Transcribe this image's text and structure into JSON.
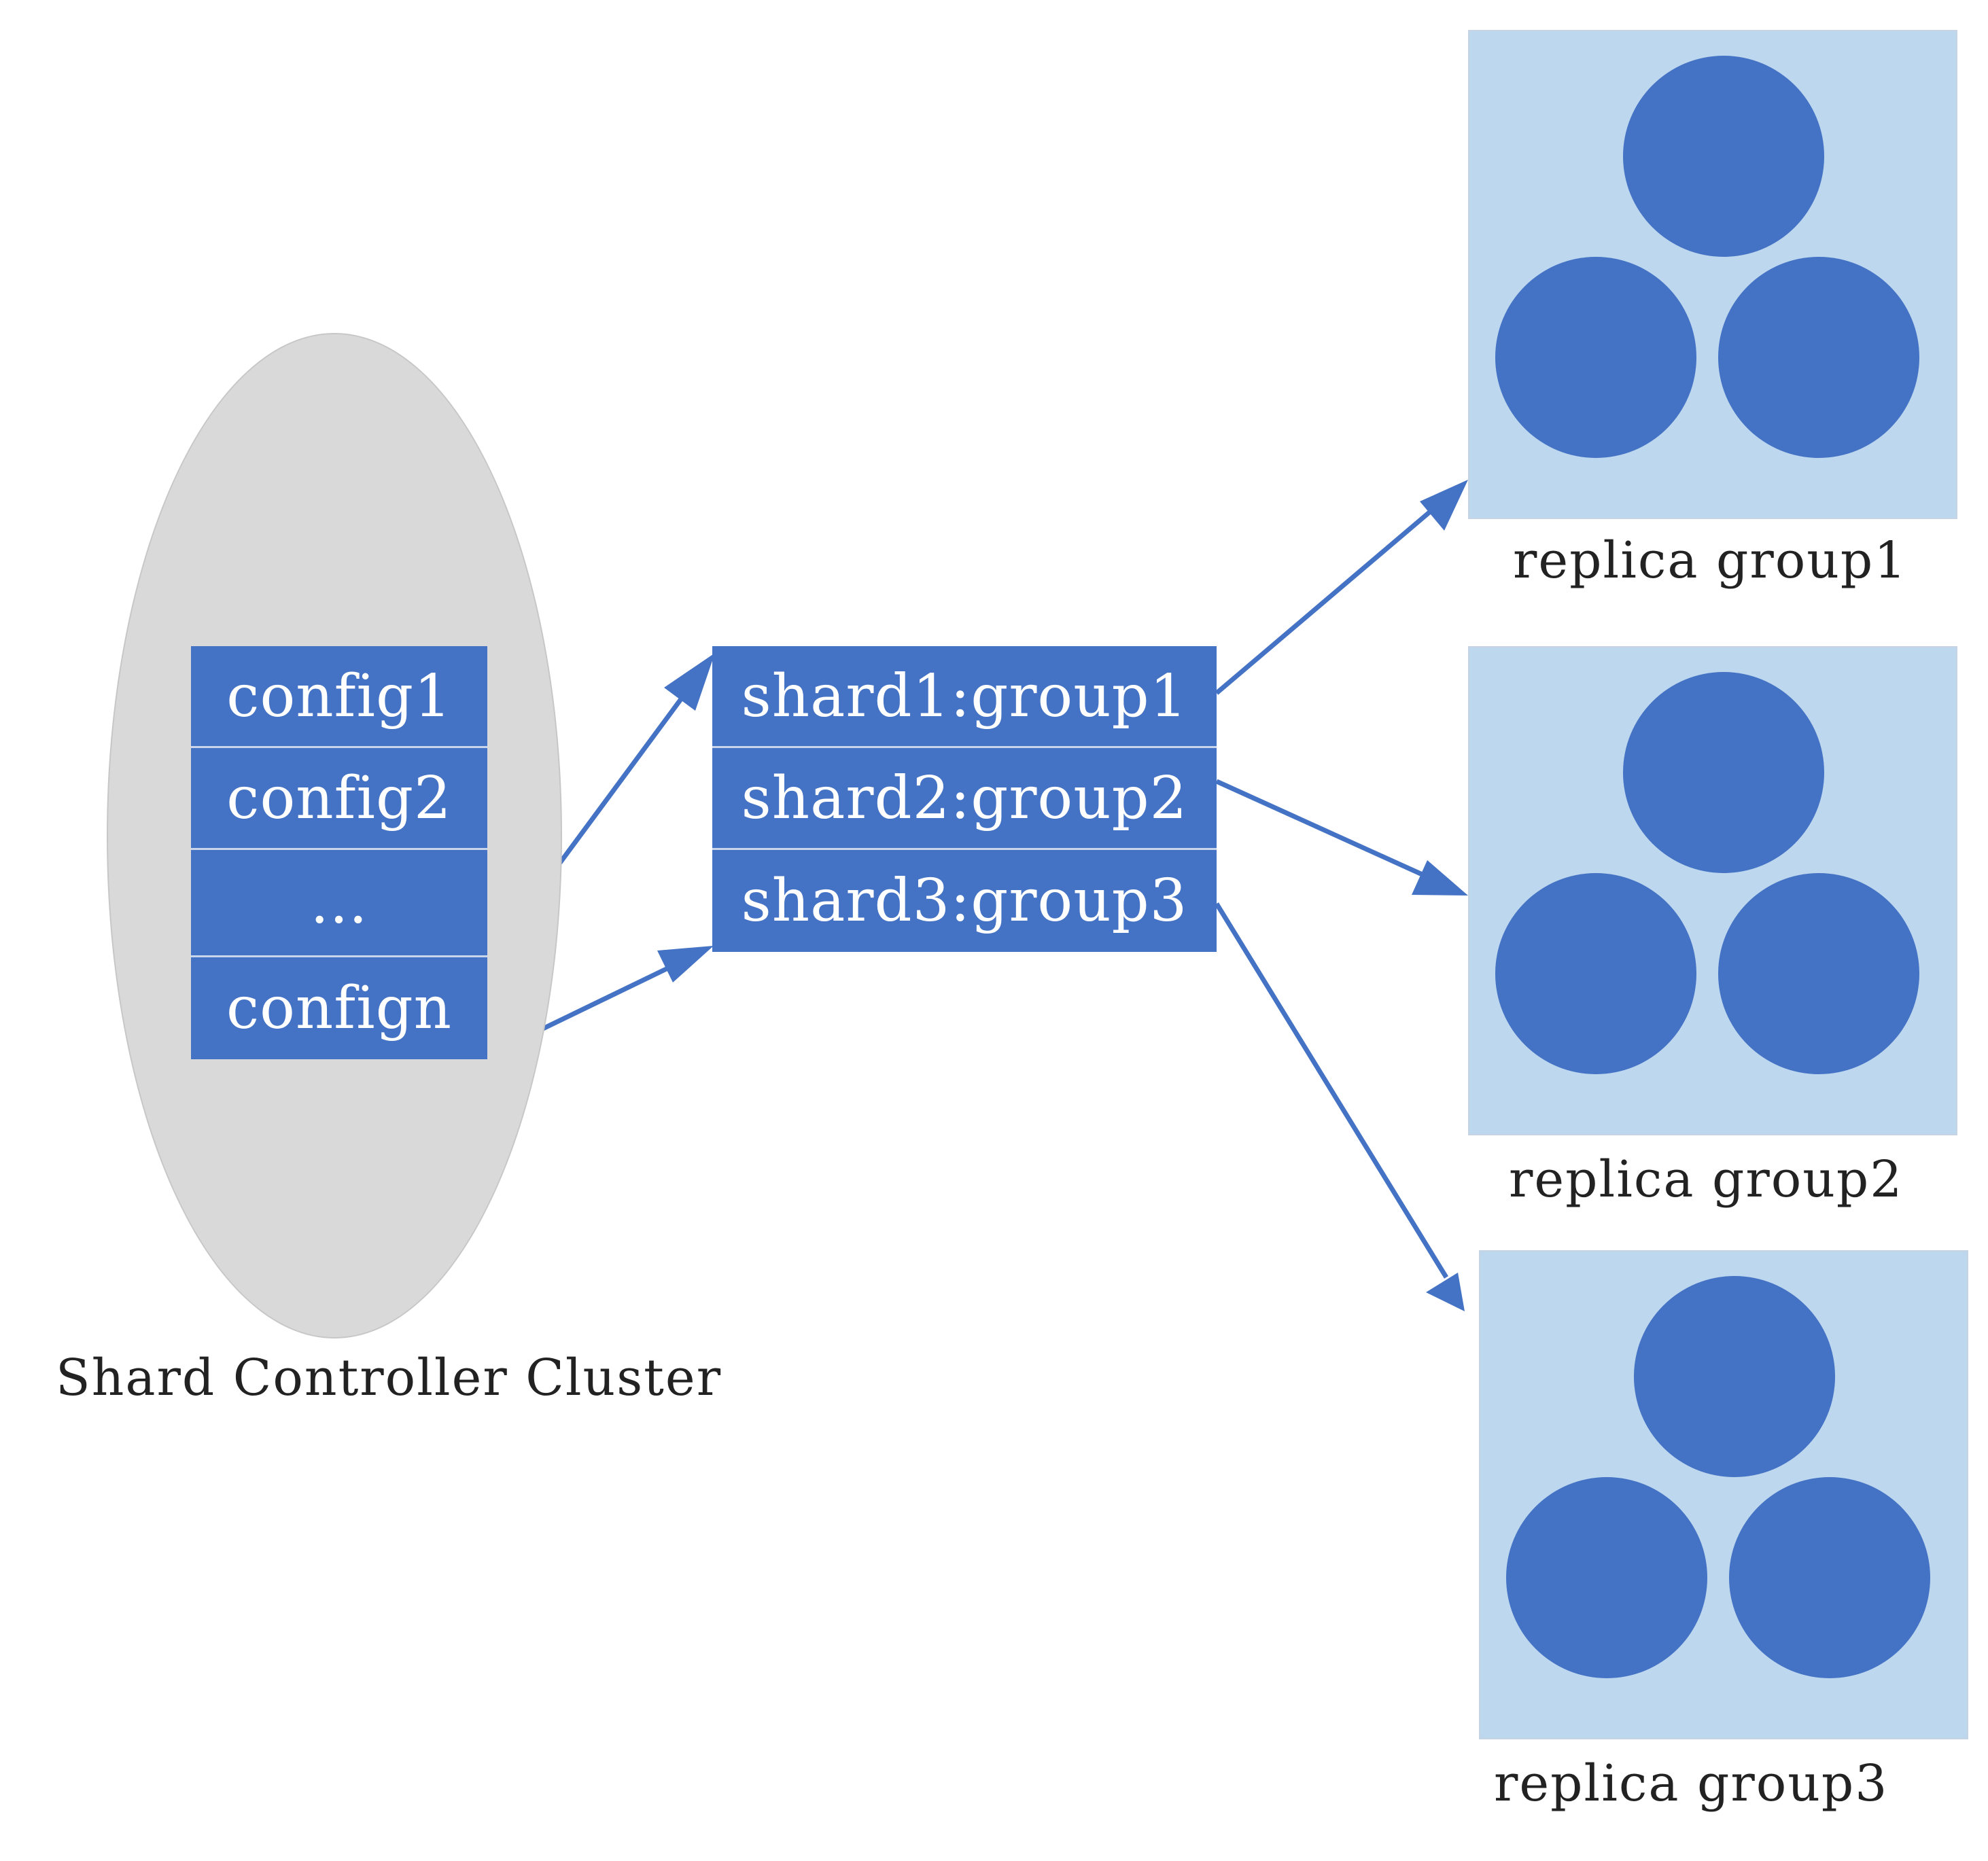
{
  "cluster": {
    "caption": "Shard Controller Cluster",
    "configs": [
      {
        "label": "config1"
      },
      {
        "label": "config2"
      },
      {
        "label": "..."
      },
      {
        "label": "confign"
      }
    ]
  },
  "shards": [
    {
      "label": "shard1:group1"
    },
    {
      "label": "shard2:group2"
    },
    {
      "label": "shard3:group3"
    }
  ],
  "replica_groups": [
    {
      "label": "replica group1",
      "nodes": 3
    },
    {
      "label": "replica group2",
      "nodes": 3
    },
    {
      "label": "replica group3",
      "nodes": 3
    }
  ],
  "colors": {
    "node_fill": "#4472c4",
    "group_fill": "#bdd7ee",
    "cluster_fill": "#d9d9d9",
    "arrow": "#4472c4",
    "text": "#222222"
  }
}
